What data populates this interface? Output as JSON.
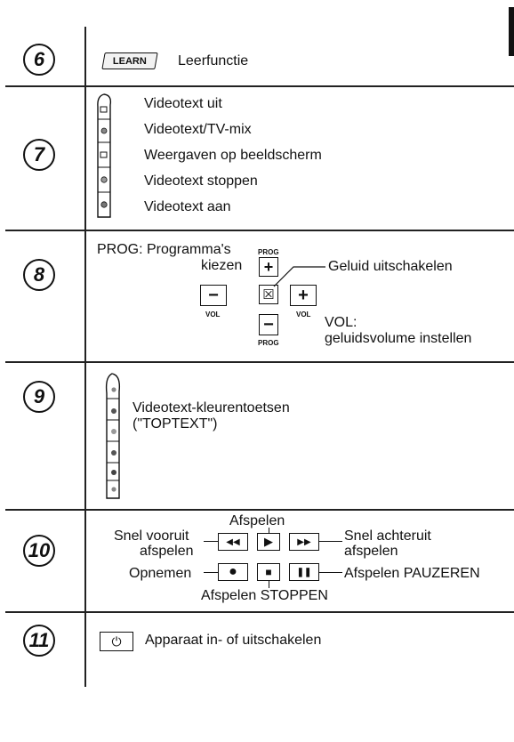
{
  "sections": [
    {
      "number": "6",
      "button_label": "LEARN",
      "text": "Leerfunctie"
    },
    {
      "number": "7",
      "items": [
        "Videotext uit",
        "Videotext/TV-mix",
        "Weergaven op beeldscherm",
        "Videotext stoppen",
        "Videotext aan"
      ]
    },
    {
      "number": "8",
      "prog_line1": "PROG: Programma's",
      "prog_line2": "kiezen",
      "mute_label": "Geluid uitschakelen",
      "vol_line1": "VOL:",
      "vol_line2": "geluidsvolume instellen",
      "prog_small": "PROG",
      "vol_small": "VOL",
      "plus": "+",
      "minus": "−",
      "mute_symbol": "☒"
    },
    {
      "number": "9",
      "line1": "Videotext-kleurentoetsen",
      "line2": "(\"TOPTEXT\")"
    },
    {
      "number": "10",
      "play": "Afspelen",
      "ff_line1": "Snel vooruit",
      "ff_line2": "afspelen",
      "rew_line1": "Snel achteruit",
      "rew_line2": "afspelen",
      "record": "Opnemen",
      "pause": "Afspelen PAUZEREN",
      "stop": "Afspelen STOPPEN",
      "sym_rew": "◀◀",
      "sym_play": "▶",
      "sym_ff": "▶▶",
      "sym_rec": "●",
      "sym_stop": "■",
      "sym_pause": "❚❚"
    },
    {
      "number": "11",
      "power_symbol": "⏻",
      "text": "Apparaat in- of uitschakelen"
    }
  ]
}
